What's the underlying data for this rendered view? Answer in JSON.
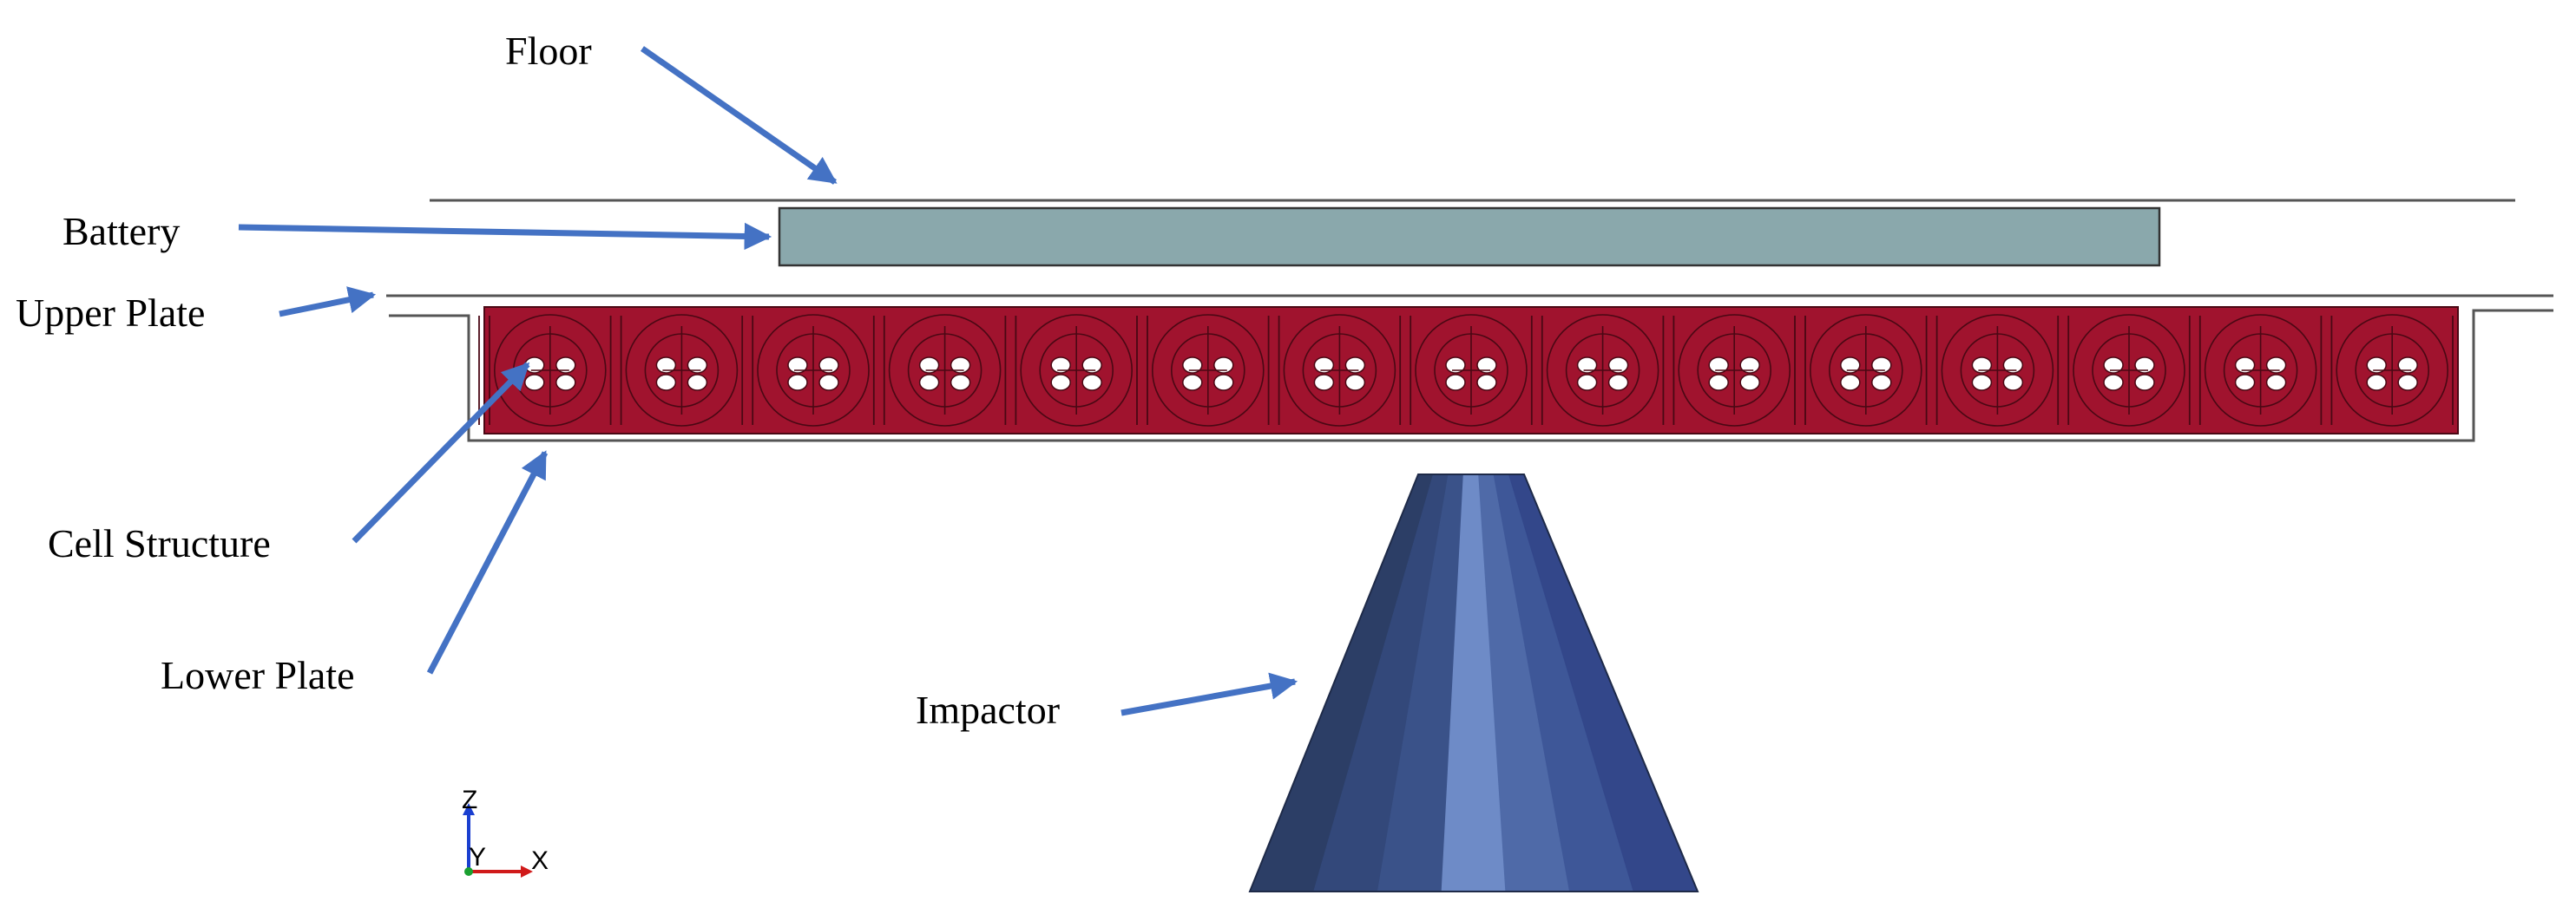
{
  "labels": {
    "floor": "Floor",
    "battery": "Battery",
    "upper_plate": "Upper Plate",
    "cell_structure": "Cell Structure",
    "lower_plate": "Lower Plate",
    "impactor": "Impactor"
  },
  "axes": {
    "z": "Z",
    "y": "Y",
    "x": "X"
  },
  "colors": {
    "arrow": "#4472C4",
    "battery_fill": "#8AA8AC",
    "cell_fill": "#A0132E",
    "cell_edge": "#4A0814",
    "plate_line": "#555555",
    "impactor_faces": [
      "#2C3E66",
      "#33487A",
      "#3A5289",
      "#6E8BC7",
      "#4F6AA8",
      "#3E5798",
      "#33478A"
    ],
    "axis_z": "#1A3FD0",
    "axis_x": "#D01A1A",
    "axis_y": "#1AA030"
  },
  "cell_structure": {
    "unit_cells": 15
  }
}
